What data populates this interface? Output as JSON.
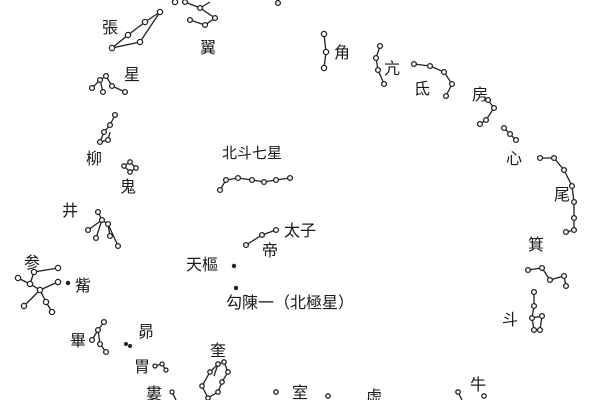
{
  "diagram": {
    "labels": {
      "zhang": "張",
      "yi": "翼",
      "xing": "星",
      "liu": "柳",
      "gui": "鬼",
      "jing": "井",
      "shen": "参",
      "zi": "觜",
      "bi": "畢",
      "mao": "昴",
      "wei": "胃",
      "lou": "婁",
      "kui": "奎",
      "shi": "室",
      "wei2": "虚",
      "niu": "牛",
      "dou": "斗",
      "ji": "箕",
      "wei3": "尾",
      "xin": "心",
      "fang": "房",
      "di": "氐",
      "kang": "亢",
      "jiao": "角",
      "beidou": "北斗七星",
      "taizi": "太子",
      "di_emperor": "帝",
      "tianshu": "天樞",
      "gouchen": "勾陳一（北極星）"
    }
  }
}
